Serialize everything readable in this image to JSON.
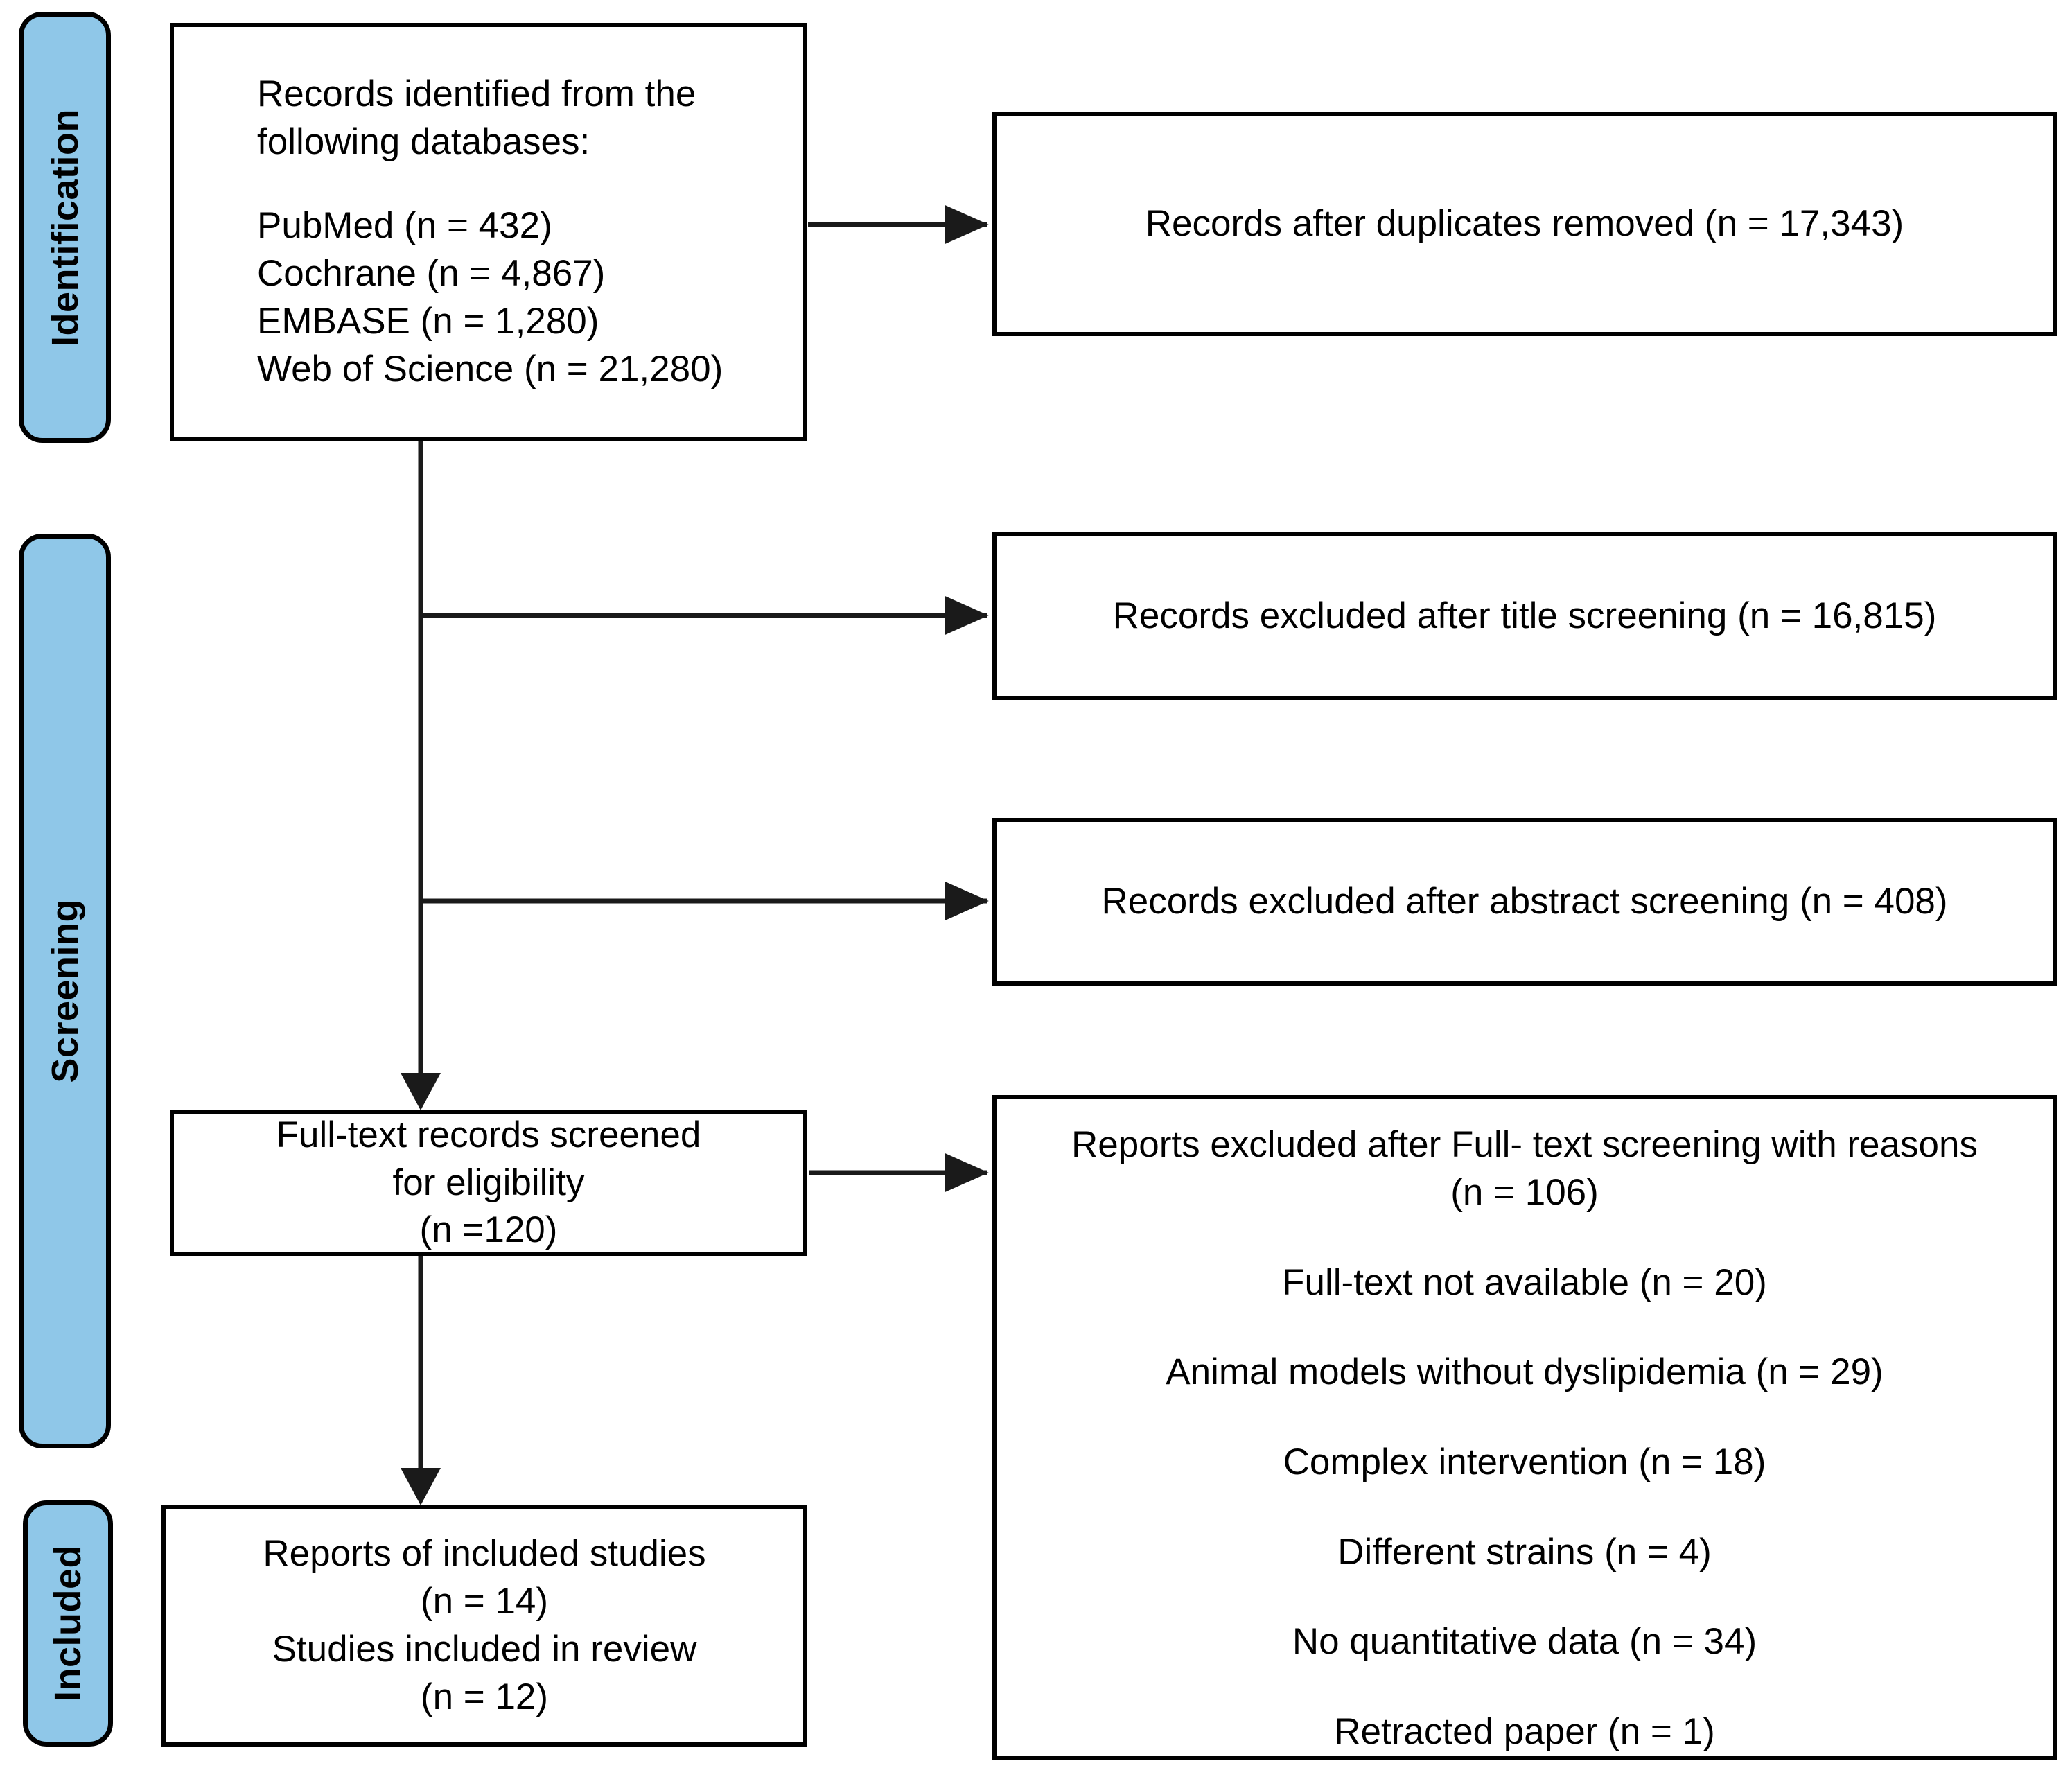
{
  "diagram": {
    "type": "prisma-flow-diagram",
    "title": "PRISMA flow diagram",
    "accent_color": "#8FC7E8",
    "line_color": "#000000",
    "background": "#FFFFFF"
  },
  "stages": [
    {
      "id": "identification",
      "label": "Identification"
    },
    {
      "id": "screening",
      "label": "Screening"
    },
    {
      "id": "included",
      "label": "Included"
    }
  ],
  "boxes": {
    "identified": {
      "heading_line1": "Records identified from the",
      "heading_line2": "following databases:",
      "sources": [
        "PubMed (n = 432)",
        "Cochrane (n = 4,867)",
        "EMBASE (n = 1,280)",
        "Web of Science (n = 21,280)"
      ]
    },
    "duplicates_removed": {
      "text": "Records after duplicates removed (n = 17,343)"
    },
    "excluded_title": {
      "text": "Records excluded after title screening (n = 16,815)"
    },
    "excluded_abstract": {
      "text": "Records excluded after abstract screening (n = 408)"
    },
    "fulltext_screened": {
      "line1": "Full-text records screened",
      "line2": "for eligibility",
      "line3": "(n =120)"
    },
    "excluded_fulltext": {
      "heading": "Reports excluded after Full- text screening with reasons",
      "heading_count": "(n = 106)",
      "reasons": [
        "Full-text not available (n = 20)",
        "Animal models without dyslipidemia (n = 29)",
        "Complex intervention (n = 18)",
        "Different strains (n = 4)",
        "No quantitative data (n = 34)",
        "Retracted paper (n = 1)"
      ]
    },
    "included_studies": {
      "line1": "Reports of included studies",
      "line2": "(n = 14)",
      "line3": "Studies included in review",
      "line4": "(n = 12)"
    }
  }
}
